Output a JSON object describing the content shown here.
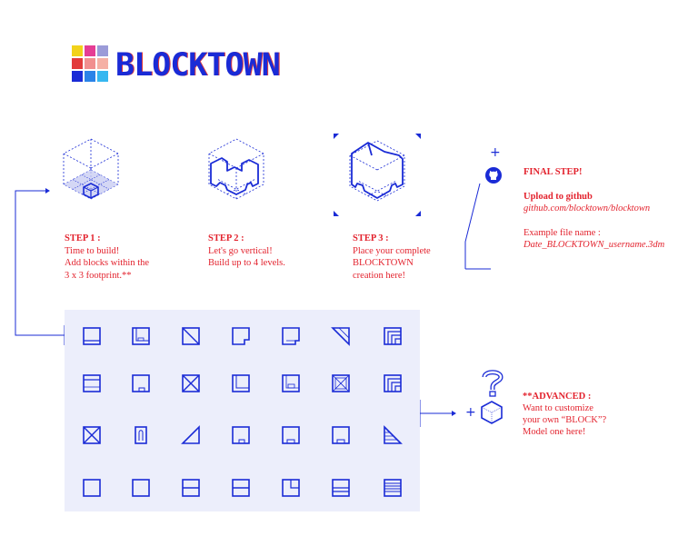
{
  "brand": {
    "name": "BLOCKTOWN",
    "colors": [
      "#f2d21a",
      "#e53d95",
      "#9b9bd8",
      "#e23b3b",
      "#f18f8f",
      "#f5b0a5",
      "#1a2bd6",
      "#2a83e8",
      "#36b7f0"
    ]
  },
  "steps": [
    {
      "title": "STEP 1 :",
      "lines": [
        "Time to build!",
        "Add blocks within the",
        "3 x 3 footprint.**"
      ]
    },
    {
      "title": "STEP 2 :",
      "lines": [
        "Let's go vertical!",
        "Build up to 4 levels."
      ]
    },
    {
      "title": "STEP 3 :",
      "lines": [
        "Place your complete",
        "BLOCKTOWN",
        "creation here!"
      ]
    }
  ],
  "final": {
    "plus": "+",
    "title": "FINAL STEP!",
    "upload": "Upload to github",
    "url": "github.com/blocktown/blocktown",
    "example_label": "Example file name :",
    "example_value": "Date_BLOCKTOWN_username.3dm"
  },
  "advanced": {
    "plus": "+",
    "title": "**ADVANCED :",
    "lines": [
      "Want to customize",
      "your own “BLOCK”?",
      "Model one here!"
    ]
  },
  "palette_rows": 4,
  "palette_cols": 7
}
